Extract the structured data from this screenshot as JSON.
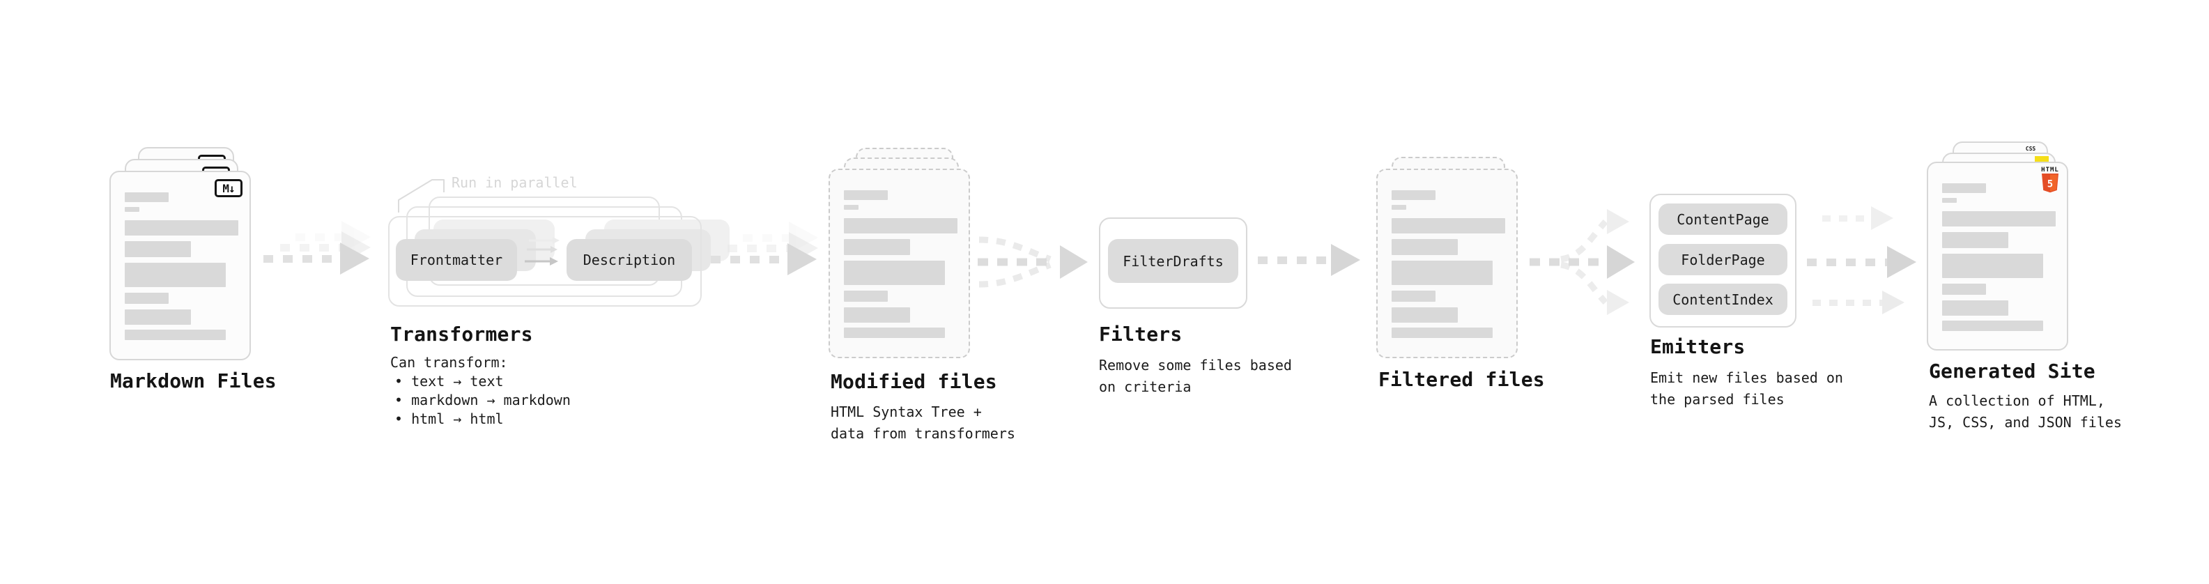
{
  "stages": [
    {
      "id": "markdown-files",
      "label": "Markdown Files",
      "file_badge": "M↓"
    },
    {
      "id": "transformers",
      "label": "Transformers",
      "annotation": "Run in parallel",
      "pills": [
        "Frontmatter",
        "Description"
      ],
      "note_title": "Can transform:",
      "bullets": [
        "text → text",
        "markdown → markdown",
        "html → html"
      ]
    },
    {
      "id": "modified-files",
      "label": "Modified files",
      "note": "HTML Syntax Tree +\ndata from transformers"
    },
    {
      "id": "filters",
      "label": "Filters",
      "pills": [
        "FilterDrafts"
      ],
      "note": "Remove some files based\non criteria"
    },
    {
      "id": "filtered-files",
      "label": "Filtered files"
    },
    {
      "id": "emitters",
      "label": "Emitters",
      "pills": [
        "ContentPage",
        "FolderPage",
        "ContentIndex"
      ],
      "note": "Emit new files based on\nthe parsed files"
    },
    {
      "id": "generated-site",
      "label": "Generated Site",
      "note": "A collection of HTML,\nJS, CSS, and JSON files",
      "badges": {
        "css": "CSS",
        "html_word": "HTML",
        "html_number": "5"
      }
    }
  ],
  "colors": {
    "doc_border": "#d7d7d7",
    "doc_border_dashed": "#cbcbcb",
    "text_bar": "#d9d9d9",
    "pill_bg": "#dcdcdc",
    "annotation_gray": "#d6d6d6",
    "arrow_gray": "#dedede",
    "html5_orange": "#e44d26",
    "html5_orange_light": "#f16529",
    "js_yellow": "#f5de19",
    "css_blue": "#2965f1",
    "badge_ink": "#141414"
  }
}
